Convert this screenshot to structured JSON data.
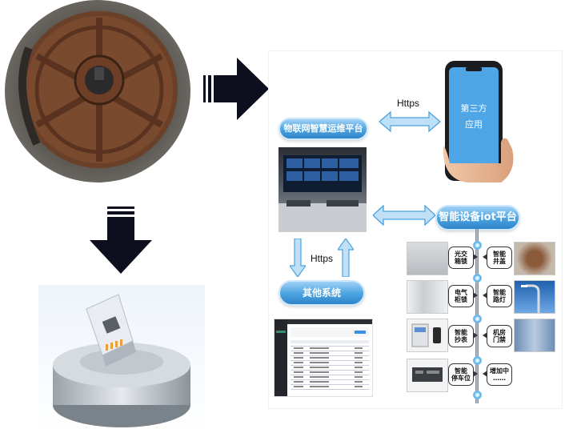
{
  "photos": {
    "manhole": "manhole-cover-photo",
    "device": "smart-lock-device-render",
    "control_room": "control-room-photo",
    "admin_screenshot": "admin-table-screenshot"
  },
  "platform": {
    "iot_ops_label": "物联网智慧运维平台",
    "third_party_label_line1": "第三方",
    "third_party_label_line2": "应用",
    "smart_iot_label": "智能设备iot平台",
    "other_systems_label": "其他系统",
    "https_top": "Https",
    "https_side": "Https"
  },
  "devices": {
    "left": [
      {
        "label": "光交\n箱锁"
      },
      {
        "label": "电气\n柜锁"
      },
      {
        "label": "智能\n抄表"
      },
      {
        "label": "智能\n停车位"
      }
    ],
    "right": [
      {
        "label": "智能\n井盖"
      },
      {
        "label": "智能\n路灯"
      },
      {
        "label": "机房\n门禁"
      },
      {
        "label": "增加中\n……"
      }
    ]
  },
  "colors": {
    "arrow": "#0e0f1e",
    "pill_blue": "#4aa2e0",
    "phone_screen": "#4ea6e6"
  }
}
